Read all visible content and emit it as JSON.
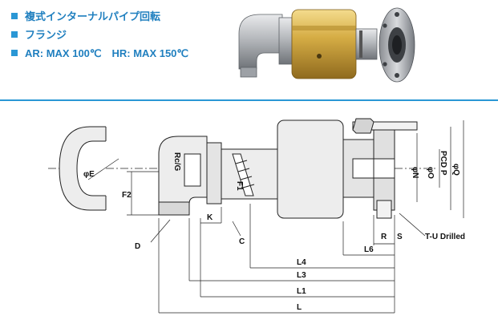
{
  "features": [
    {
      "text": "複式インターナルパイプ回転"
    },
    {
      "text": "フランジ"
    },
    {
      "text": "AR: MAX 100℃　HR: MAX 150℃"
    }
  ],
  "colors": {
    "accent": "#2a97d5",
    "text": "#1f7fbf"
  },
  "drawing_labels": {
    "e": "φE",
    "f2": "F2",
    "d": "D",
    "k": "K",
    "thread": "Rc/G",
    "c": "C",
    "f1": "F1",
    "n": "φN",
    "o": "φO",
    "pcd": "PCD P",
    "q": "φQ",
    "r": "R",
    "s": "S",
    "tu": "T-U Drilled",
    "l6": "L6",
    "l4": "L4",
    "l3": "L3",
    "l1": "L1",
    "l": "L"
  }
}
